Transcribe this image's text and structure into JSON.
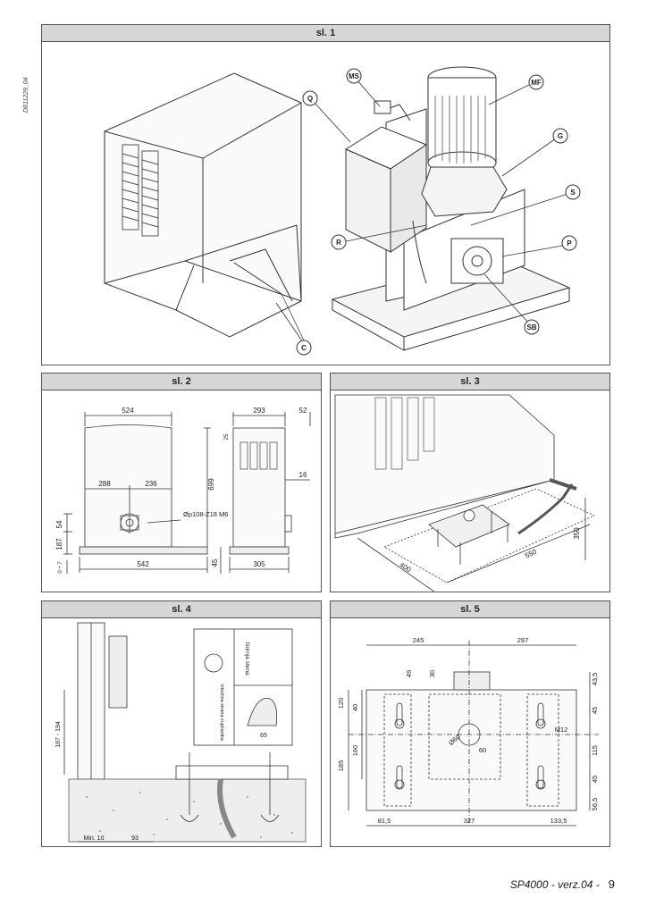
{
  "doc_code": "D811229_04",
  "footer": {
    "doc": "SP4000 - verz.04 -",
    "page": "9"
  },
  "fig1": {
    "title": "sl. 1",
    "callouts": {
      "MS": "MS",
      "MF": "MF",
      "Q": "Q",
      "G": "G",
      "S": "S",
      "R": "R",
      "P": "P",
      "SB": "SB",
      "C": "C"
    }
  },
  "fig2": {
    "title": "sl. 2",
    "dims": {
      "w524": "524",
      "w288": "288",
      "w236": "236",
      "w542": "542",
      "h699": "699",
      "h54": "54",
      "h187": "187",
      "h0_7": "0 ÷ 7",
      "w293": "293",
      "w52": "52",
      "w16": "16",
      "w305": "305",
      "h45": "45",
      "h25": "25"
    },
    "pinion": "Øp108-Z18 M6"
  },
  "fig3": {
    "title": "sl. 3",
    "dims": {
      "d400": "400",
      "d550": "550",
      "d350": "350"
    }
  },
  "fig4": {
    "title": "sl. 4",
    "dims": {
      "h187_194": "187 - 194",
      "min10": "Min. 10",
      "d93": "93",
      "d65": "65"
    },
    "labels": {
      "wall_top": "Gornja stena",
      "protrusion": "Izbočina strana zupčanika"
    }
  },
  "fig5": {
    "title": "sl. 5",
    "dims": {
      "w245": "245",
      "w297": "297",
      "h49": "49",
      "h30": "30",
      "h43_5": "43,5",
      "h120": "120",
      "h40": "40",
      "h45a": "45",
      "m12": "M12",
      "h115": "115",
      "h160": "160",
      "h185": "185",
      "d60": "Ø60",
      "w60": "60",
      "h45b": "45",
      "h56_5": "56,5",
      "w81_5": "81,5",
      "w327": "327",
      "w133_5": "133,5"
    }
  }
}
